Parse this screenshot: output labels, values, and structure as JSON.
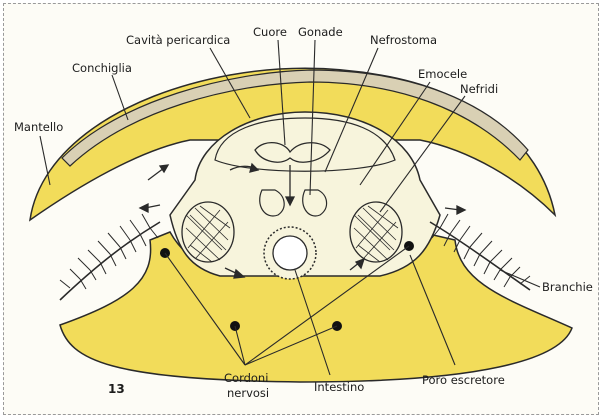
{
  "labels": {
    "cavita_pericardica": "Cavità pericardica",
    "cuore": "Cuore",
    "gonade": "Gonade",
    "nefrostoma": "Nefrostoma",
    "conchiglia": "Conchiglia",
    "emocele": "Emocele",
    "nefridi": "Nefridi",
    "mantello": "Mantello",
    "branchie": "Branchie",
    "cordoni_line1": "Cordoni",
    "cordoni_line2": "nervosi",
    "intestino": "Intestino",
    "poro_escretore": "Poro escretore",
    "figure_number": "13"
  },
  "colors": {
    "yellow": "#f2dc5a",
    "cream": "#f7f4dc",
    "ink": "#2a2a2a",
    "shell": "#d9d0b4"
  }
}
